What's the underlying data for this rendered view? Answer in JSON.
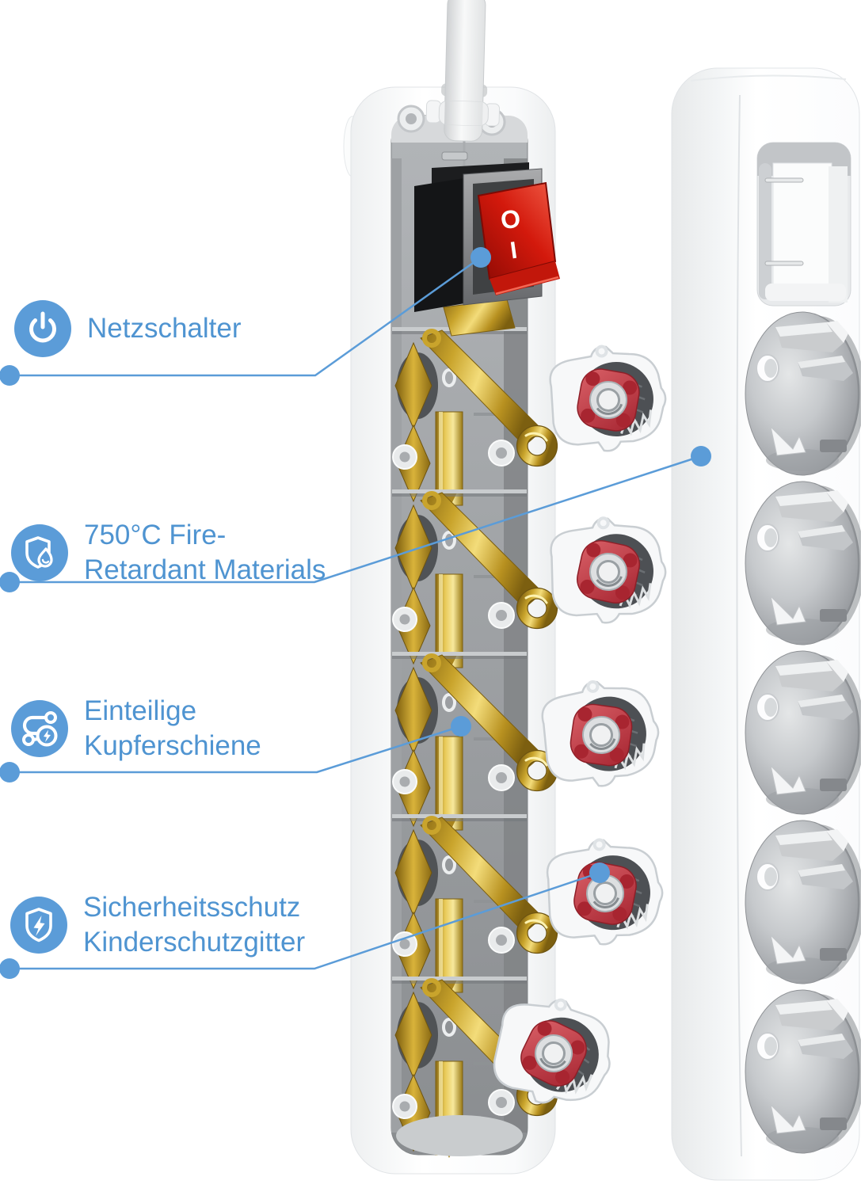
{
  "accent_color": "#5b9cd8",
  "callouts": [
    {
      "id": "power-switch",
      "lines": [
        "Netzschalter",
        ""
      ]
    },
    {
      "id": "fire-retardant",
      "lines": [
        "750°C Fire-",
        "Retardant Materials"
      ]
    },
    {
      "id": "copper-rail",
      "lines": [
        "Einteilige",
        "Kupferschiene"
      ]
    },
    {
      "id": "child-safety",
      "lines": [
        "Sicherheitsschutz",
        "Kinderschutzgitter"
      ]
    }
  ],
  "product": {
    "rocker_switch": {
      "off_label": "O",
      "on_label": "I",
      "rocker_color": "#d3190c"
    },
    "front_panel": {
      "socket_count": 5
    },
    "cutaway": {
      "insert_count": 5,
      "copper_color": "#d9b33a",
      "insert_red": "#c23a42"
    }
  }
}
